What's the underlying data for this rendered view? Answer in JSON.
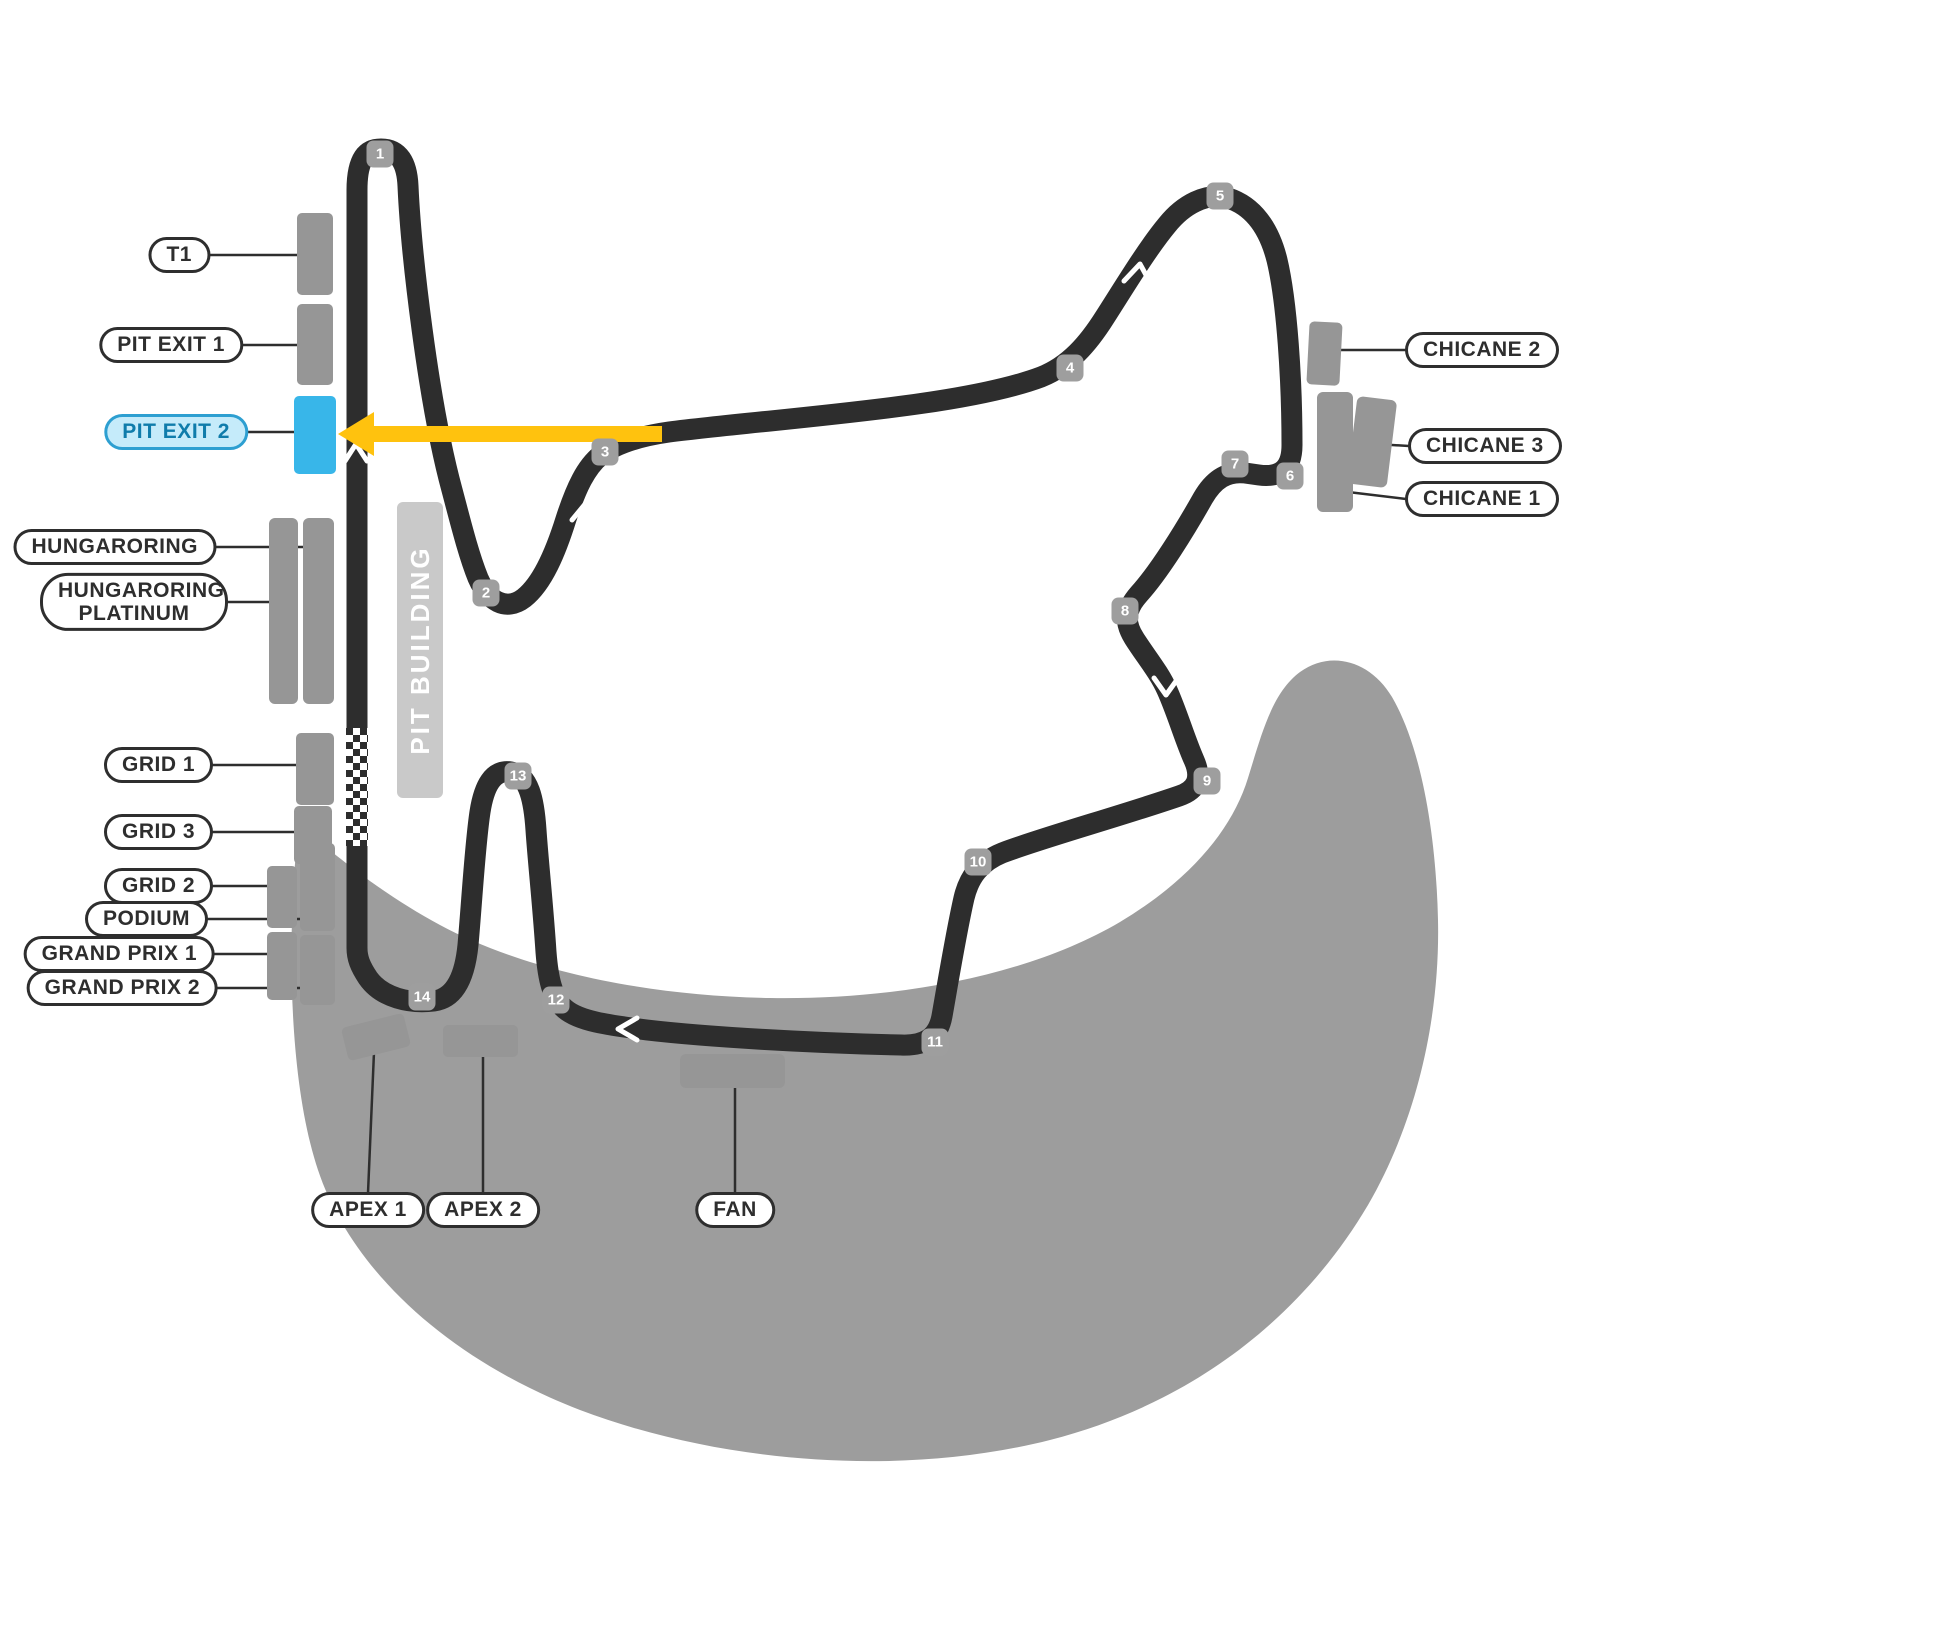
{
  "pit_building_label": "PIT BUILDING",
  "turns": [
    "1",
    "2",
    "3",
    "4",
    "5",
    "6",
    "7",
    "8",
    "9",
    "10",
    "11",
    "12",
    "13",
    "14"
  ],
  "pills": [
    {
      "id": "t1",
      "text": "T1"
    },
    {
      "id": "pit-exit-1",
      "text": "PIT EXIT 1"
    },
    {
      "id": "pit-exit-2",
      "text": "PIT EXIT 2",
      "highlighted": true
    },
    {
      "id": "hungaroring",
      "text": "HUNGARORING"
    },
    {
      "id": "hungaroring-platinum",
      "text": "HUNGARORING PLATINUM"
    },
    {
      "id": "grid-1",
      "text": "GRID 1"
    },
    {
      "id": "grid-3",
      "text": "GRID 3"
    },
    {
      "id": "grid-2",
      "text": "GRID 2"
    },
    {
      "id": "podium",
      "text": "PODIUM"
    },
    {
      "id": "grand-prix-1",
      "text": "GRAND PRIX 1"
    },
    {
      "id": "grand-prix-2",
      "text": "GRAND PRIX 2"
    },
    {
      "id": "apex-1",
      "text": "APEX 1"
    },
    {
      "id": "apex-2",
      "text": "APEX 2"
    },
    {
      "id": "fan",
      "text": "FAN"
    },
    {
      "id": "chicane-2",
      "text": "CHICANE 2"
    },
    {
      "id": "chicane-3",
      "text": "CHICANE 3"
    },
    {
      "id": "chicane-1",
      "text": "CHICANE 1"
    }
  ],
  "icons": {
    "pit_exit_arrow": "left-arrow"
  },
  "colors": {
    "track": "#2d2d2d",
    "stand": "#969696",
    "general_admission": "#9d9d9d",
    "highlight_stand": "#38b6e9",
    "highlight_pill_bg": "#c5ebfa",
    "highlight_pill_border": "#2d9fd1",
    "highlight_pill_text": "#0f7cab",
    "arrow": "#ffc20e",
    "pill_border": "#2e2e2e",
    "turn_badge": "#9e9e9e"
  }
}
